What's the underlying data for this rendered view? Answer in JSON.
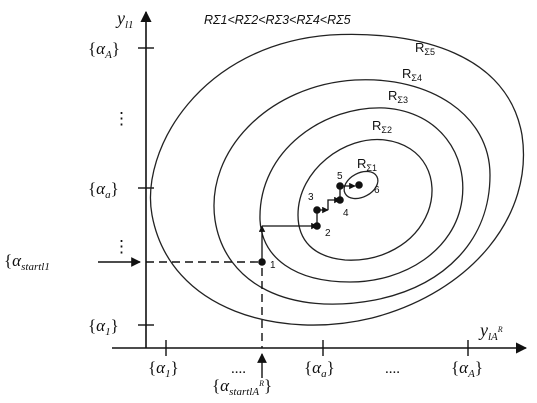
{
  "title": "RΣ1<RΣ2<RΣ3<RΣ4<RΣ5",
  "axes": {
    "y_label": "y",
    "y_sub": "l1",
    "x_label": "y",
    "x_sub": "lA",
    "x_sup": "R"
  },
  "y_ticks": {
    "alpha_A": {
      "open": "{",
      "sym": "α",
      "sub": "A",
      "close": "}"
    },
    "alpha_a": {
      "open": "{",
      "sym": "α",
      "sub": "a",
      "close": "}"
    },
    "alpha_1": {
      "open": "{",
      "sym": "α",
      "sub": "1",
      "close": "}"
    },
    "start": {
      "open": "{",
      "sym": "α",
      "sub": "startl1"
    },
    "dots": "⋮"
  },
  "x_ticks": {
    "alpha_1": {
      "open": "{",
      "sym": "α",
      "sub": "1",
      "close": "}"
    },
    "alpha_a": {
      "open": "{",
      "sym": "α",
      "sub": "a",
      "close": "}"
    },
    "alpha_A": {
      "open": "{",
      "sym": "α",
      "sub": "A",
      "close": "}"
    },
    "start": {
      "open": "{",
      "sym": "α",
      "sub": "startlA",
      "sup": "R",
      "close": "}"
    },
    "dots": "...."
  },
  "contours": [
    {
      "base": "R",
      "sub": "Σ5"
    },
    {
      "base": "R",
      "sub": "Σ4"
    },
    {
      "base": "R",
      "sub": "Σ3"
    },
    {
      "base": "R",
      "sub": "Σ2"
    },
    {
      "base": "R",
      "sub": "Σ1"
    }
  ],
  "path_points": [
    "1",
    "2",
    "3",
    "4",
    "5",
    "6"
  ],
  "colors": {
    "stroke": "#222222",
    "background": "#ffffff"
  }
}
